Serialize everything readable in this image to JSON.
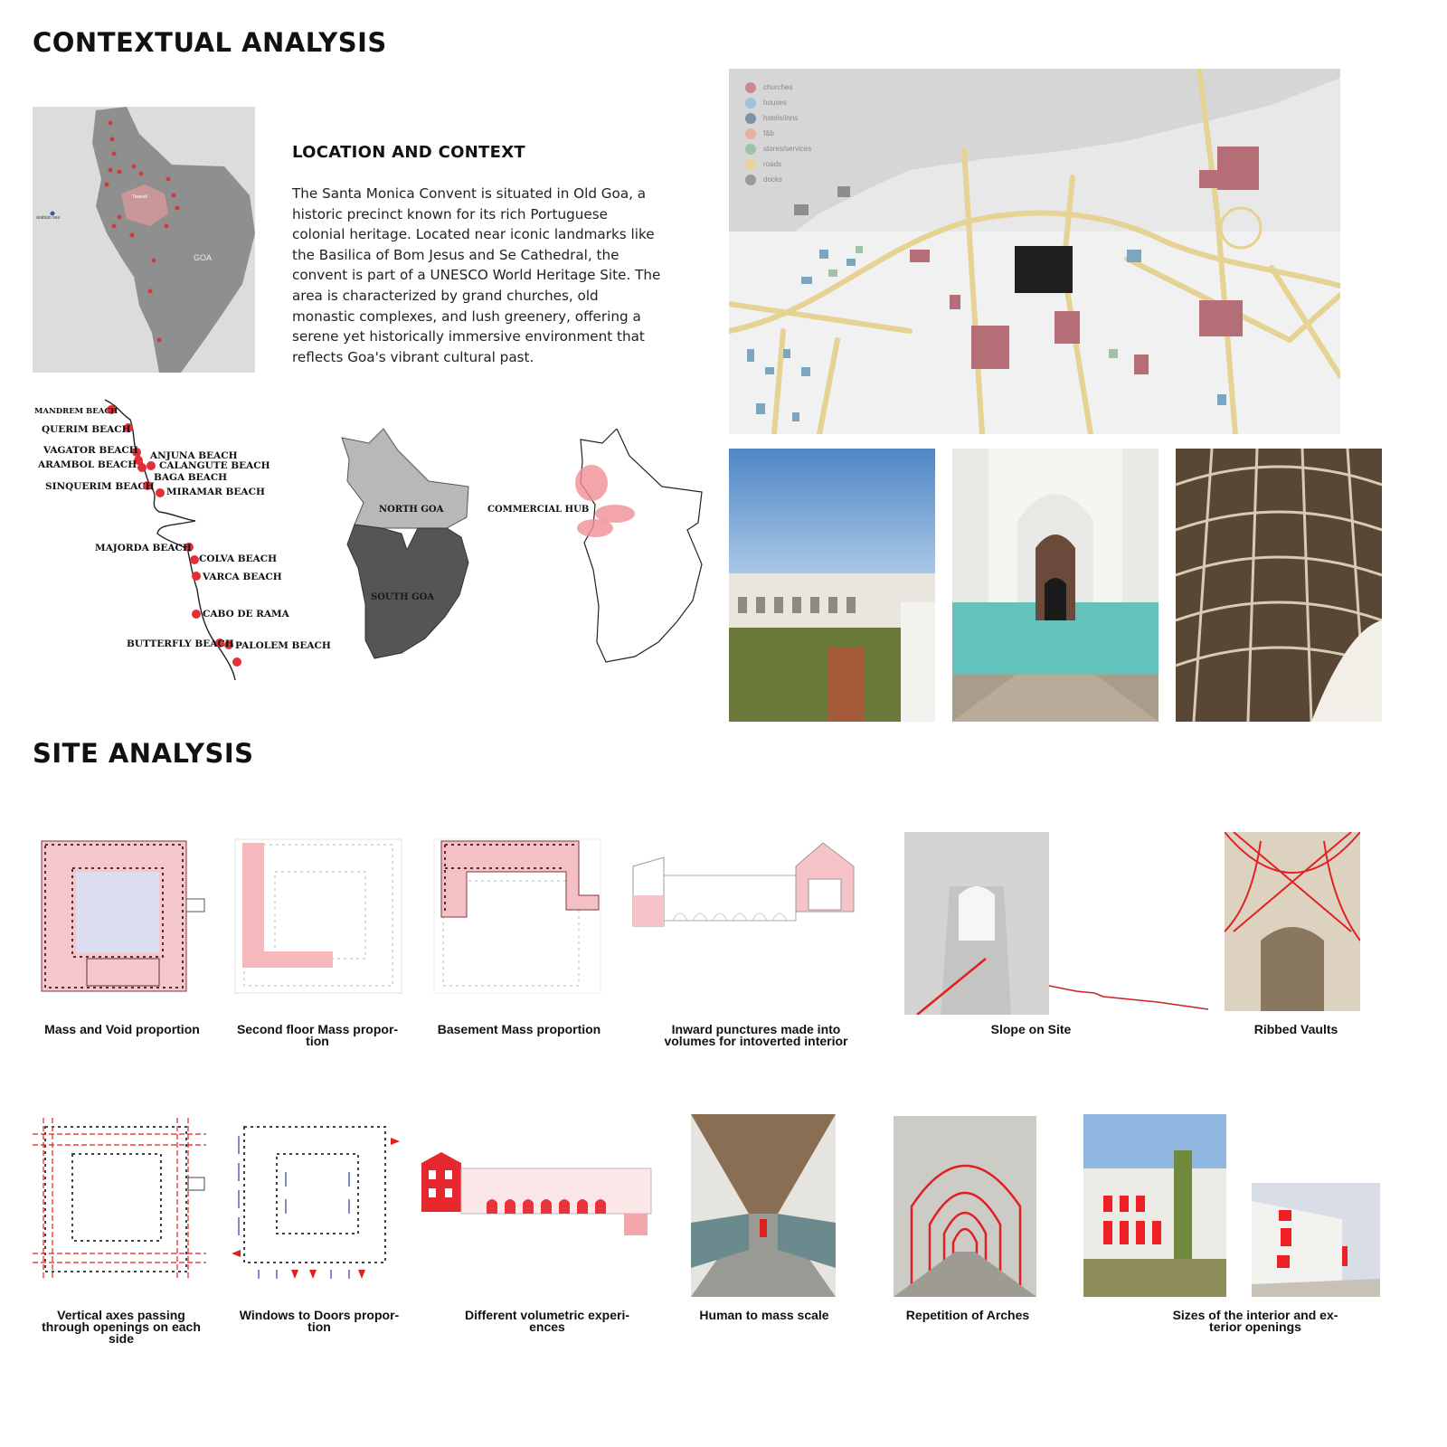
{
  "headings": {
    "contextual": "CONTEXTUAL ANALYSIS",
    "site": "SITE ANALYSIS",
    "location": "LOCATION AND CONTEXT"
  },
  "location_text": "The Santa Monica Convent is situated in Old Goa, a historic precinct known for its rich Portuguese colonial heritage. Located near iconic landmarks like the Basilica of Bom Jesus and Se Cathedral, the convent is part of a UNESCO World Heritage Site. The area is characterized by grand churches, old monastic complexes, and lush greenery, offering a serene yet historically immersive environment that reflects Goa's vibrant cultural past.",
  "goa_map": {
    "region": "GOA",
    "sea": "arabian sea",
    "district": "Tiswadi"
  },
  "beaches": [
    "MANDREM BEACH",
    "QUERIM BEACH",
    "VAGATOR BEACH",
    "ANJUNA BEACH",
    "ARAMBOL BEACH",
    "CALANGUTE BEACH",
    "BAGA BEACH",
    "SINQUERIM BEACH",
    "MIRAMAR BEACH",
    "MAJORDA BEACH",
    "COLVA BEACH",
    "VARCA BEACH",
    "CABO DE RAMA",
    "BUTTERFLY BEACH",
    "PALOLEM BEACH"
  ],
  "regions": {
    "north": "NORTH GOA",
    "south": "SOUTH GOA",
    "hub": "COMMERCIAL HUB"
  },
  "legend": [
    {
      "label": "churches",
      "color": "#c98a8e"
    },
    {
      "label": "houses",
      "color": "#9cc3d6"
    },
    {
      "label": "hotels/inns",
      "color": "#7f8fa8"
    },
    {
      "label": "f&b",
      "color": "#e8b0a0"
    },
    {
      "label": "stores/services",
      "color": "#9fc2a8"
    },
    {
      "label": "roads",
      "color": "#e8d49a"
    },
    {
      "label": "docks",
      "color": "#9a9a9a"
    }
  ],
  "captions_row1": [
    "Mass and Void proportion",
    "Second floor Mass propor-\ntion",
    "Basement Mass proportion",
    "Inward punctures made into\nvolumes for intoverted interior",
    "Slope on Site",
    "Ribbed Vaults"
  ],
  "captions_row2": [
    "Vertical axes passing\nthrough openings on each\nside",
    "Windows to Doors propor-\ntion",
    "Different volumetric experi-\nences",
    "Human to mass scale",
    "Repetition of Arches",
    "Sizes of the interior and ex-\nterior openings"
  ]
}
